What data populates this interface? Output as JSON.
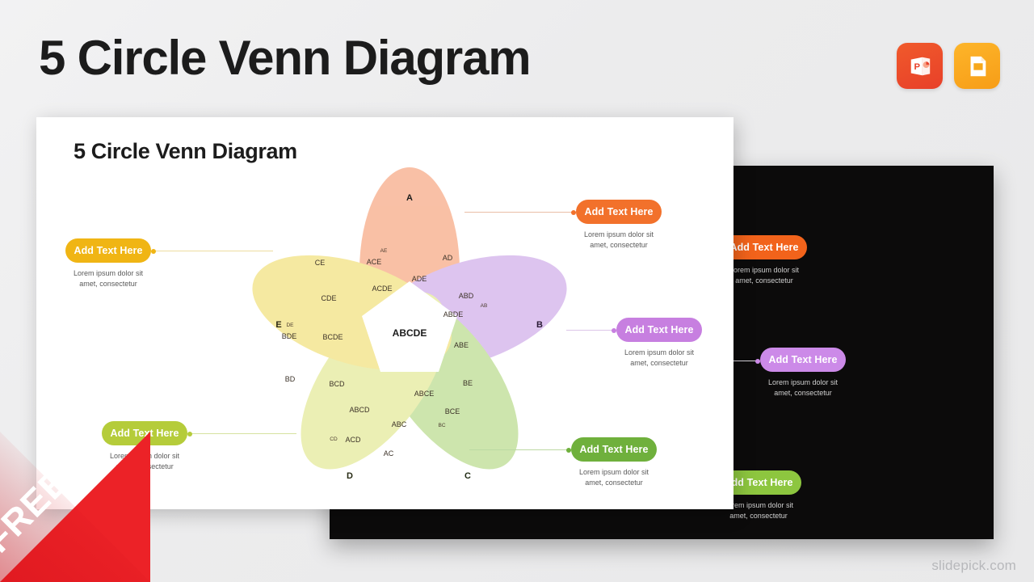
{
  "header": {
    "title": "5 Circle Venn Diagram",
    "icons": [
      {
        "name": "powerpoint-icon",
        "label": "P",
        "color": "#e8402a"
      },
      {
        "name": "google-slides-icon",
        "label": "",
        "color": "#f79d17"
      }
    ]
  },
  "slide": {
    "title": "5 Circle Venn Diagram"
  },
  "venn": {
    "core_label": "ABCDE",
    "petals": [
      {
        "id": "A",
        "label": "A",
        "color": "#f6a078",
        "label_color": "#1b1b1b"
      },
      {
        "id": "B",
        "label": "B",
        "color": "#cda7e8",
        "label_color": "#2a1b36"
      },
      {
        "id": "C",
        "label": "C",
        "color": "#b4d884",
        "label_color": "#1f2a12"
      },
      {
        "id": "D",
        "label": "D",
        "color": "#e2e88e",
        "label_color": "#262a12"
      },
      {
        "id": "E",
        "label": "E",
        "color": "#f0de71",
        "label_color": "#2a2612"
      }
    ],
    "regions": [
      "AE",
      "ACE",
      "ACDE",
      "ADE",
      "AD",
      "ABD",
      "AB",
      "ABDE",
      "ABE",
      "CE",
      "CDE",
      "DE",
      "BDE",
      "BCDE",
      "BD",
      "BCD",
      "BE",
      "ABCE",
      "BCE",
      "BC",
      "ABCD",
      "ABC",
      "ACD",
      "CD",
      "AC"
    ]
  },
  "callouts": {
    "pill_label": "Add Text Here",
    "description": "Lorem ipsum dolor sit\namet, consectetur",
    "light": [
      {
        "id": "callout-a",
        "color": "#f2712b",
        "line_color": "#e9bda6"
      },
      {
        "id": "callout-b",
        "color": "#c77fe0",
        "line_color": "#dcc5e8"
      },
      {
        "id": "callout-c",
        "color": "#6fb03c",
        "line_color": "#bcd9a3"
      },
      {
        "id": "callout-d",
        "color": "#b5cc3a",
        "line_color": "#d6e2a0"
      },
      {
        "id": "callout-e",
        "color": "#f0b514",
        "line_color": "#eddca0"
      }
    ],
    "dark": [
      {
        "id": "callout-dark-a",
        "color": "#f2631b",
        "line_color": "#e5b39c"
      },
      {
        "id": "callout-dark-b",
        "color": "#cc8ae8",
        "line_color": "#d8d5dd"
      },
      {
        "id": "callout-dark-c",
        "color": "#8dc63f",
        "line_color": "#a9bb84"
      }
    ]
  },
  "ribbon": {
    "text": "FREE",
    "color": "#ec2227"
  },
  "watermark": {
    "text": "slidepick.com"
  }
}
